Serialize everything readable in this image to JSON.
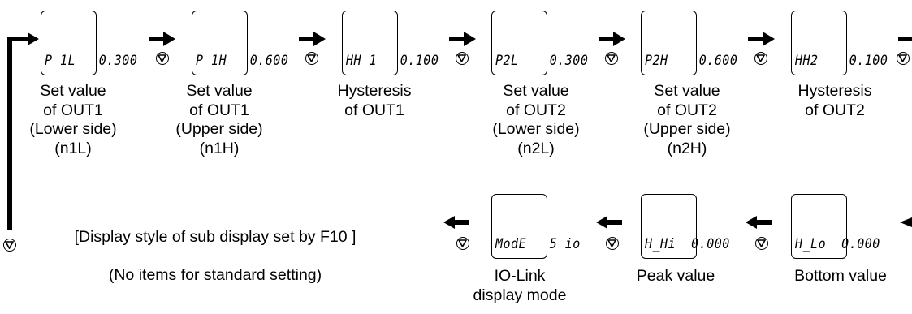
{
  "top_row": [
    {
      "display": "P 1L   0.300",
      "caption": "Set value\nof OUT1\n(Lower side)\n(n1L)"
    },
    {
      "display": "P 1H   0.600",
      "caption": "Set value\nof OUT1\n(Upper side)\n(n1H)"
    },
    {
      "display": "HH 1   0.100",
      "caption": "Hysteresis\nof OUT1"
    },
    {
      "display": "P2L    0.300",
      "caption": "Set value\nof OUT2\n(Lower side)\n(n2L)"
    },
    {
      "display": "P2H    0.600",
      "caption": "Set value\nof OUT2\n(Upper side)\n(n2H)"
    },
    {
      "display": "HH2    0.100",
      "caption": "Hysteresis\nof OUT2"
    }
  ],
  "bottom_row": [
    {
      "display": "ModE   5 io",
      "caption": "IO-Link\ndisplay mode"
    },
    {
      "display": "H_Hi  0.000",
      "caption": "Peak value"
    },
    {
      "display": "H_Lo  0.000",
      "caption": "Bottom value"
    }
  ],
  "note": {
    "line1": "[Display style of sub display set by F10 ]",
    "line2": "(No items for standard setting)"
  },
  "icons": {
    "button": "down-triangle-button-icon",
    "arrow": "flow-arrow-icon"
  }
}
